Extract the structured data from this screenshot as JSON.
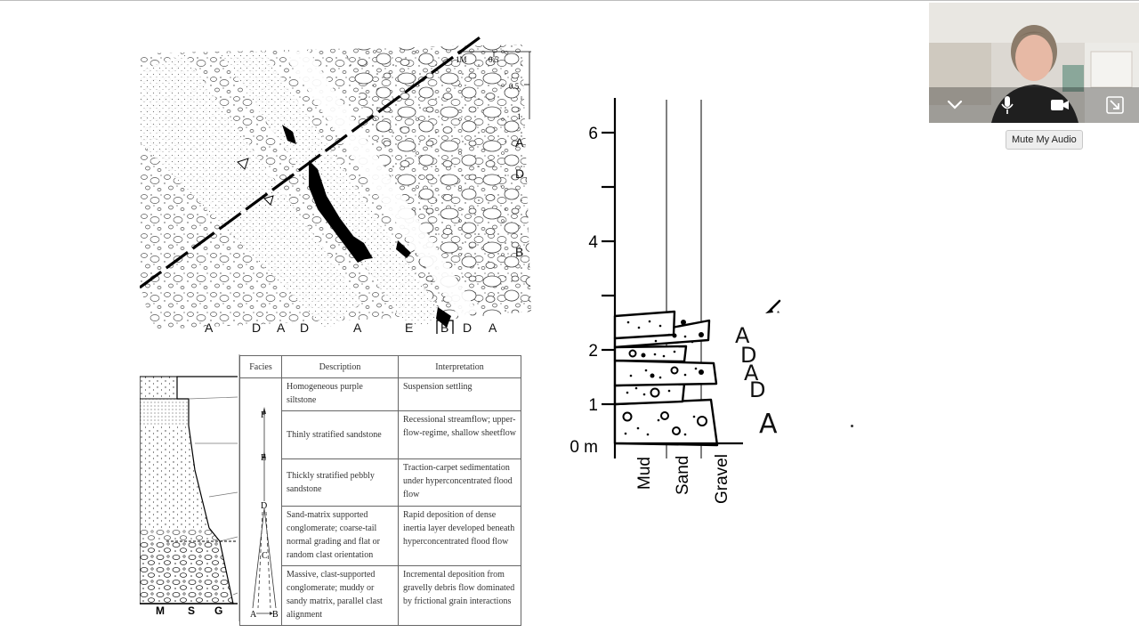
{
  "outcrop": {
    "scale_labels": [
      "1M",
      "0.5",
      "0.5",
      "1"
    ],
    "right_letters": [
      "A",
      "D",
      "B"
    ],
    "bottom_letters": [
      "A",
      "D",
      "A",
      "D",
      "A",
      "E",
      "B",
      "D",
      "A"
    ]
  },
  "strat_column": {
    "axis_labels": [
      "M",
      "S",
      "G"
    ]
  },
  "facies_table": {
    "headers": {
      "facies": "Facies",
      "description": "Description",
      "interpretation": "Interpretation"
    },
    "facies_letters": [
      "F",
      "E",
      "D",
      "C",
      "A",
      "B"
    ],
    "rows": [
      {
        "description": "Homogeneous purple siltstone",
        "interpretation": "Suspension settling"
      },
      {
        "description": "Thinly stratified sandstone",
        "interpretation": "Recessional streamflow; upper-flow-regime, shallow sheetflow"
      },
      {
        "description": "Thickly stratified pebbly sandstone",
        "interpretation": "Traction-carpet sedimentation under hyperconcentrated flood flow"
      },
      {
        "description": "Sand-matrix supported conglomerate; coarse-tail normal grading and flat or random clast orientation",
        "interpretation": "Rapid deposition of dense inertia layer developed beneath hyperconcentrated flood flow"
      },
      {
        "description": "Massive, clast-supported conglomerate; muddy or sandy matrix, parallel clast alignment",
        "interpretation": "Incremental deposition from gravelly debris flow dominated by frictional grain interactions"
      }
    ]
  },
  "section": {
    "y_ticks": [
      "6",
      "4",
      "2",
      "1",
      "0 m"
    ],
    "grain_labels": [
      "Mud",
      "Sand",
      "Gravel"
    ],
    "handwritten_labels": [
      "A",
      "D",
      "A",
      "D",
      "A"
    ]
  },
  "video": {
    "tooltip": "Mute My Audio"
  }
}
